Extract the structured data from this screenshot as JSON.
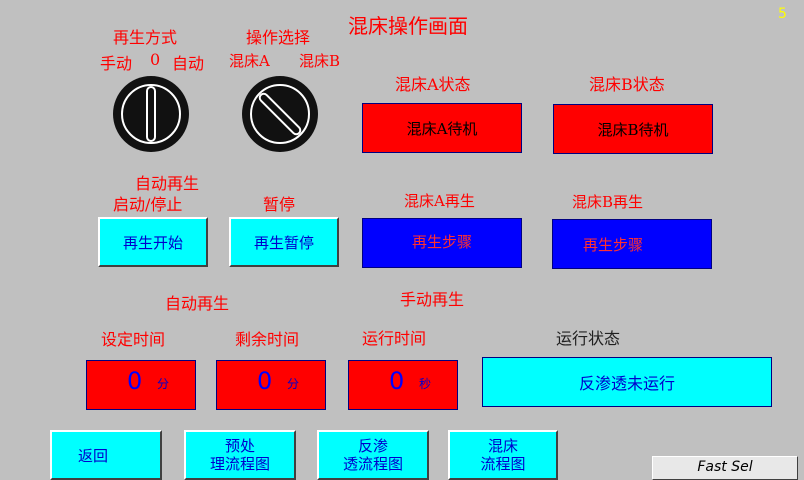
{
  "page": {
    "title": "混床操作画面",
    "corner_indicator": "5"
  },
  "regen_mode": {
    "title": "再生方式",
    "left_label": "手动",
    "center_label": "0",
    "right_label": "自动"
  },
  "operate_select": {
    "title": "操作选择",
    "left_label": "混床A",
    "right_label": "混床B"
  },
  "status_a": {
    "title": "混床A状态",
    "value": "混床A待机"
  },
  "status_b": {
    "title": "混床B状态",
    "value": "混床B待机"
  },
  "auto_regen": {
    "title": "自动再生",
    "start_stop_label": "启动/停止",
    "start_button": "再生开始",
    "pause_label": "暂停",
    "pause_button": "再生暂停"
  },
  "regen_a": {
    "title": "混床A再生",
    "value": "再生步骤"
  },
  "regen_b": {
    "title": "混床B再生",
    "value": "再生步骤"
  },
  "section_labels": {
    "auto_regen": "自动再生",
    "manual_regen": "手动再生"
  },
  "timers": {
    "set_time": {
      "label": "设定时间",
      "value": "0",
      "unit": "分"
    },
    "remaining_time": {
      "label": "剩余时间",
      "value": "0",
      "unit": "分"
    },
    "run_time": {
      "label": "运行时间",
      "value": "0",
      "unit": "秒"
    }
  },
  "run_state": {
    "label": "运行状态",
    "value": "反渗透未运行"
  },
  "nav": {
    "back": "返回",
    "pretreat_line1": "预处",
    "pretreat_line2": "理流程图",
    "ro_line1": "反渗",
    "ro_line2": "透流程图",
    "mixbed_line1": "混床",
    "mixbed_line2": "流程图"
  },
  "fast_sel": "Fast Sel",
  "colors": {
    "background": "#c0c0c0",
    "status_red": "#ff0000",
    "step_blue": "#0000ff",
    "button_cyan": "#00ffff",
    "label_red": "#ff0000",
    "indicator_yellow": "#ffff00"
  }
}
